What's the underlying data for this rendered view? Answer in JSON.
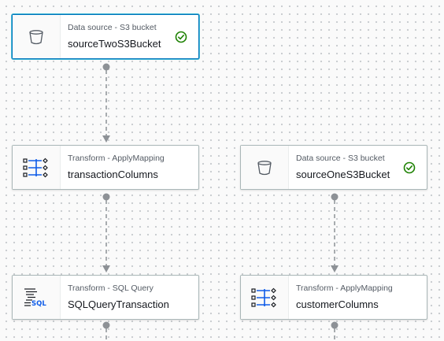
{
  "colors": {
    "edge": "#8d9196",
    "success": "#1d8102",
    "accent": "#0073bb",
    "mapping_icon": "#0f5ce8"
  },
  "nodes": [
    {
      "type_label": "Data source - S3 bucket",
      "name": "sourceTwoS3Bucket",
      "icon": "s3-bucket-icon",
      "status": "success-check-icon",
      "selected": true
    },
    {
      "type_label": "Transform - ApplyMapping",
      "name": "transactionColumns",
      "icon": "apply-mapping-icon",
      "status": null,
      "selected": false
    },
    {
      "type_label": "Data source - S3 bucket",
      "name": "sourceOneS3Bucket",
      "icon": "s3-bucket-icon",
      "status": "success-check-icon",
      "selected": false
    },
    {
      "type_label": "Transform - SQL Query",
      "name": "SQLQueryTransaction",
      "icon": "sql-query-icon",
      "status": null,
      "selected": false
    },
    {
      "type_label": "Transform - ApplyMapping",
      "name": "customerColumns",
      "icon": "apply-mapping-icon",
      "status": null,
      "selected": false
    }
  ],
  "edges": [
    {
      "from": "sourceTwoS3Bucket",
      "to": "transactionColumns"
    },
    {
      "from": "transactionColumns",
      "to": "SQLQueryTransaction"
    },
    {
      "from": "sourceOneS3Bucket",
      "to": "customerColumns"
    }
  ]
}
